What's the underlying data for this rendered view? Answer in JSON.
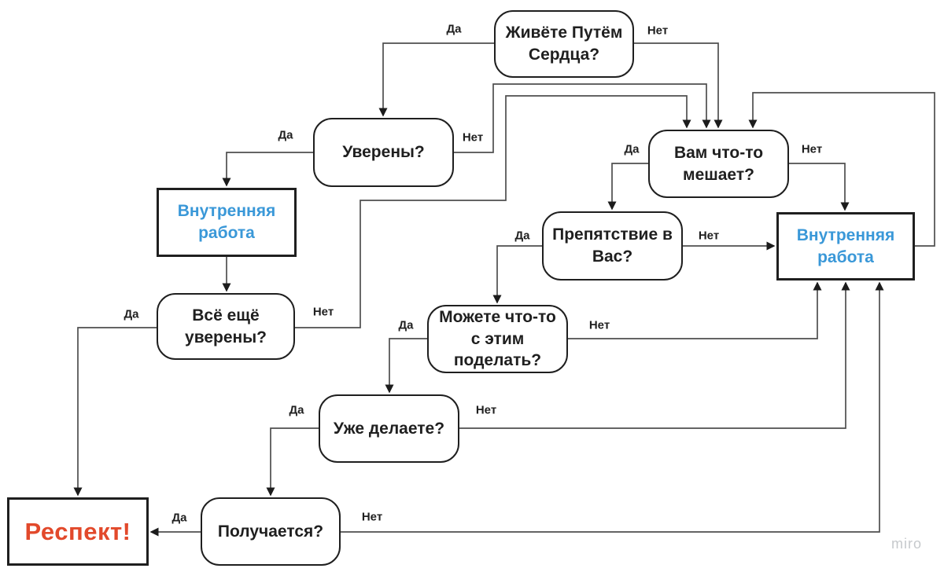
{
  "nodes": {
    "live_path_of_heart": {
      "text": "Живёте Путём\nСердца?",
      "type": "question"
    },
    "sure": {
      "text": "Уверены?",
      "type": "question"
    },
    "inner_work_left": {
      "text": "Внутренняя\nработа",
      "type": "action"
    },
    "still_sure": {
      "text": "Всё ещё\nуверены?",
      "type": "question"
    },
    "something_bothers": {
      "text": "Вам что-то\nмешает?",
      "type": "question"
    },
    "obstacle_in_you": {
      "text": "Препятствие в\nВас?",
      "type": "question"
    },
    "inner_work_right": {
      "text": "Внутренняя\nработа",
      "type": "action"
    },
    "can_do_something": {
      "text": "Можете что-то\nс этим\nподелать?",
      "type": "question"
    },
    "already_doing": {
      "text": "Уже делаете?",
      "type": "question"
    },
    "working_out": {
      "text": "Получается?",
      "type": "question"
    },
    "respect": {
      "text": "Респект!",
      "type": "terminal"
    }
  },
  "edges": [
    {
      "from": "live_path_of_heart",
      "to": "sure",
      "label": "Да"
    },
    {
      "from": "live_path_of_heart",
      "to": "something_bothers",
      "label": "Нет"
    },
    {
      "from": "sure",
      "to": "inner_work_left",
      "label": "Да"
    },
    {
      "from": "sure",
      "to": "something_bothers",
      "label": "Нет"
    },
    {
      "from": "inner_work_left",
      "to": "still_sure",
      "label": ""
    },
    {
      "from": "still_sure",
      "to": "respect",
      "label": "Да"
    },
    {
      "from": "still_sure",
      "to": "something_bothers",
      "label": "Нет"
    },
    {
      "from": "something_bothers",
      "to": "obstacle_in_you",
      "label": "Да"
    },
    {
      "from": "something_bothers",
      "to": "inner_work_right",
      "label": "Нет"
    },
    {
      "from": "obstacle_in_you",
      "to": "can_do_something",
      "label": "Да"
    },
    {
      "from": "obstacle_in_you",
      "to": "inner_work_right",
      "label": "Нет"
    },
    {
      "from": "can_do_something",
      "to": "already_doing",
      "label": "Да"
    },
    {
      "from": "can_do_something",
      "to": "inner_work_right",
      "label": "Нет"
    },
    {
      "from": "already_doing",
      "to": "working_out",
      "label": "Да"
    },
    {
      "from": "already_doing",
      "to": "inner_work_right",
      "label": "Нет"
    },
    {
      "from": "working_out",
      "to": "respect",
      "label": "Да"
    },
    {
      "from": "working_out",
      "to": "inner_work_right",
      "label": "Нет"
    },
    {
      "from": "inner_work_right",
      "to": "something_bothers",
      "label": ""
    }
  ],
  "watermark": {
    "text": "miro"
  },
  "colors": {
    "accent_blue": "#3a98d8",
    "accent_orange": "#e2492b",
    "line": "#4f4f4f",
    "arrow": "#1c1c1c",
    "border": "#1f1f1f",
    "watermark": "#c6c9cc",
    "bg": "#ffffff"
  }
}
